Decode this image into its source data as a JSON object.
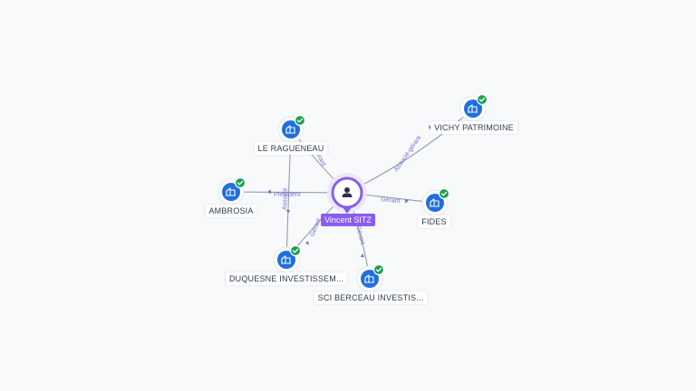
{
  "center": {
    "name": "Vincent SITZ",
    "icon": "person-icon",
    "color": "#8a5cf0"
  },
  "companies": [
    {
      "name": "LE RAGUENEAU",
      "icon": "building-icon",
      "verified": true
    },
    {
      "name": "VICHY PATRIMOINE",
      "icon": "building-icon",
      "verified": true
    },
    {
      "name": "AMBROSIA",
      "icon": "building-icon",
      "verified": true
    },
    {
      "name": "FIDES",
      "icon": "building-icon",
      "verified": true
    },
    {
      "name": "DUQUESNE INVESTISSEM...",
      "icon": "building-icon",
      "verified": true
    },
    {
      "name": "SCI BERCEAU INVESTIS...",
      "icon": "building-icon",
      "verified": true
    }
  ],
  "edges": [
    {
      "label": "Gérant"
    },
    {
      "label": "Associé-gérant"
    },
    {
      "label": "Président"
    },
    {
      "label": "Gérant"
    },
    {
      "label": "Gérant"
    },
    {
      "label": "Gérant"
    },
    {
      "label": "Associé"
    }
  ],
  "colors": {
    "company_node": "#1f6fe0",
    "verified_badge": "#1e9e52",
    "person_node": "#8a5cf0",
    "edge_label": "#7a6fd0"
  }
}
